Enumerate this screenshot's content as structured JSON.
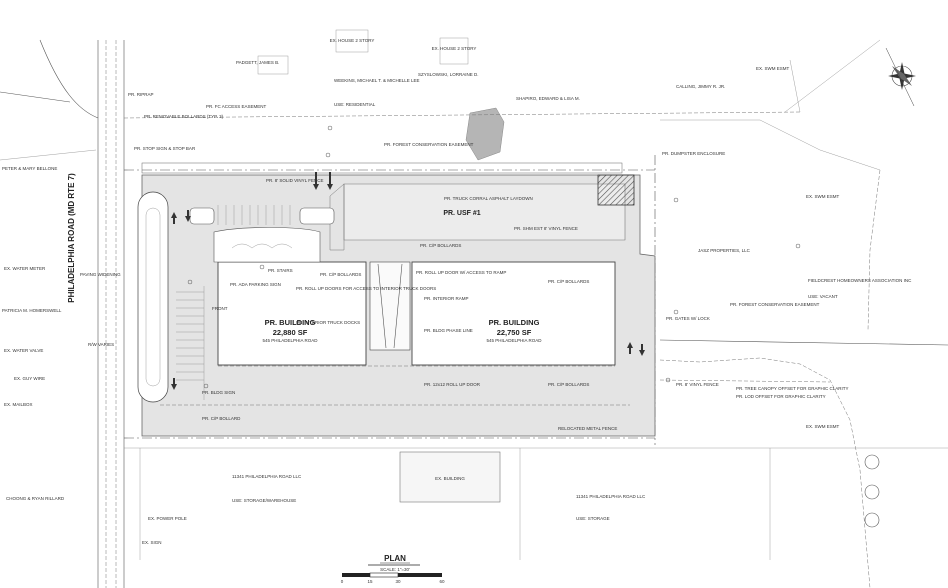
{
  "road": {
    "name": "PHILADELPHIA ROAD (MD RTE 7)"
  },
  "buildings": {
    "left": {
      "title": "PR. BUILDING",
      "area": "22,880 SF",
      "address": "545 PHILADELPHIA ROAD"
    },
    "right": {
      "title": "PR. BUILDING",
      "area": "22,750 SF",
      "address": "545 PHILADELPHIA ROAD"
    },
    "usf": {
      "title": "PR. USF #1"
    }
  },
  "plan": {
    "title": "PLAN",
    "scale": "SCALE: 1\"=30'",
    "scale_ticks": [
      "0",
      "15",
      "30",
      "60"
    ]
  },
  "notes": {
    "fc_easement": "PR. FOREST CONSERVATION EASEMENT",
    "fc_easement_right": "PR. FOREST CONSERVATION EASEMENT",
    "dumpster": "PR. DUMPSTER ENCLOSURE",
    "truck_corral": "PR. TRUCK CORRAL ASPHALT LAYDOWN",
    "shm_fence": "PR. SHM EST 8' VINYL FENCE",
    "vinyl_fence_top": "PR. 8' SOLID VINYL FENCE",
    "cp_bollards_1": "PR. C/P BOLLARDS",
    "cp_bollards_2": "PR. C/P BOLLARDS",
    "cp_bollards_3": "PR. C/P BOLLARDS",
    "cp_bollards_4": "PR. C/P BOLLARDS",
    "roll_up_ramp": "PR. ROLL UP DOOR W/ ACCESS TO RAMP",
    "interior_ramp": "PR. INTERIOR RAMP",
    "bldg_phase": "PR. BLDG PHASE LINE",
    "roll_up_interior": "PR. ROLL UP DOORS FOR ACCESS TO INTERIOR TRUCK DOORS",
    "interior_docks": "PR. INTERIOR TRUCK DOCKS",
    "ada_parking": "PR. ADA PARKING SIGN",
    "stairs": "PR. STAIRS",
    "roll_up_12x12": "PR. 12x12 ROLL UP DOOR",
    "relocated_fence": "RELOCATED METAL FENCE",
    "gates": "PR. GATES W/ LOCK",
    "vinyl_fence_right": "PR. 8' VINYL FENCE",
    "tree_canopy": "PR. TREE CANOPY OFFSET FOR GRAPHIC CLARITY",
    "lod_offset": "PR. LOD OFFSET FOR GRAPHIC CLARITY",
    "bldg_sign": "PR. BLDG SIGN",
    "cp_bollard": "PR. C/P BOLLARD",
    "stop_bar": "PR. STOP SIGN & STOP BAR",
    "removable_bollards": "PR. REMOVABLE BOLLARDS (TYP. 3)",
    "riprap": "PR. RIPRAP",
    "fc_easement_top": "PR. FC ACCESS EASEMENT",
    "front": "FRONT"
  },
  "owners": {
    "padgett": "PADGETT, JAMES B.",
    "weekins": "WEEKINS, MICHAEL T. & MICHELLE LEE",
    "szyslowski": "SZYSLOWSKI, LORRAINE D.",
    "shapiro": "SHAPIRO, EDWARD & LISA M.",
    "calling": "CALLING, JIMMY R. JR.",
    "jasz": "JASZ PROPERTIES, LLC",
    "fieldcrest": "FIELDCREST HOMEOWNERS ASSOCIATION INC",
    "bellone": "PETER & MARY BELLONE",
    "homerswell": "PATRICIA M. HOMERSWELL",
    "lot_south_1": "11341 PHILADELPHIA ROAD LLC",
    "lot_south_2": "11341 PHILADELPHIA ROAD LLC",
    "chong": "CHOONG & RYAN RILLARD",
    "ex_building": "EX. BUILDING",
    "ex_house_1": "EX. HOUSE 2 STORY",
    "ex_house_2": "EX. HOUSE 2 STORY"
  },
  "use_labels": {
    "storage_warehouse": "USE: STORAGE/WAREHOUSE",
    "storage": "USE: STORAGE",
    "residential": "USE: RESIDENTIAL",
    "vacant": "USE: VACANT"
  },
  "misc": {
    "paving_widening": "PAVING WIDENING",
    "km_varies": "R/W VARIES",
    "sw_esmt_1": "EX. SWM ESMT",
    "sw_esmt_2": "EX. SWM ESMT",
    "sw_esmt_3": "EX. SWM ESMT",
    "water_valve": "EX. WATER VALVE",
    "water_meter": "EX. WATER METER",
    "utility_pole": "EX. POWER POLE",
    "guy_wire": "EX. GUY WIRE",
    "mailbox": "EX. MAILBOX",
    "sign": "EX. SIGN"
  },
  "colors": {
    "paving": "#e4e4e4",
    "building": "#ffffff",
    "easement_hatch": "#9a9a9a",
    "existing_building": "#b5b5b5"
  }
}
